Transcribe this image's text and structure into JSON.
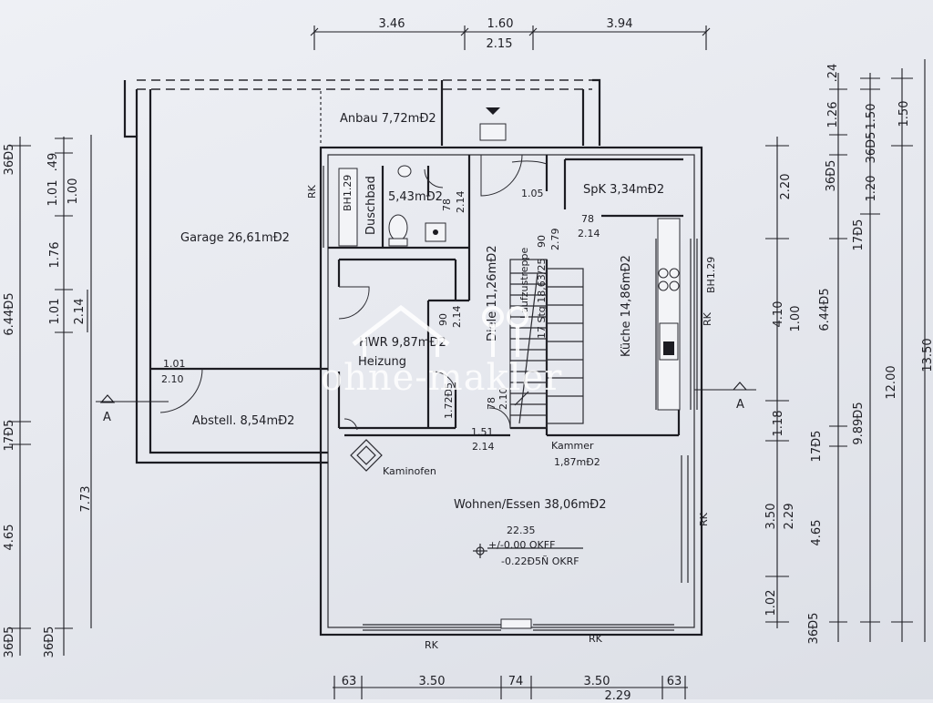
{
  "rooms": {
    "anbau": "Anbau 7,72mÐ2",
    "bath_label": "Duschbad",
    "bath_area": "5,43mÐ2",
    "spk": "SpK 3,34mÐ2",
    "garage": "Garage 26,61mÐ2",
    "diele": "Diele 11,26mÐ2",
    "kueche": "Küche 14,86mÐ2",
    "hwr": "HWR 9,87mÐ2",
    "heizung": "Heizung",
    "abstell": "Abstell. 8,54mÐ2",
    "kammer": "Kammer",
    "kammer_area": "1,87mÐ2",
    "kaminofen": "Kaminofen",
    "wohnen": "Wohnen/Essen 38,06mÐ2"
  },
  "level": {
    "height": "22.35",
    "okff": "+/-0.00 OKFF",
    "okrf": "-0.22Ð5Ñ OKRF"
  },
  "stair": {
    "label": "Laufzustreppe",
    "steps": "17 Stg 18,63/25"
  },
  "labels": {
    "bh_bath": "BH1.29",
    "bh_kitchen": "BH1.29",
    "rk_bath": "RK",
    "rk_kitchen": "RK",
    "rk_living": "RK",
    "rk_bottom_left": "RK",
    "rk_bottom_right": "RK",
    "section_left": "A",
    "section_right": "A"
  },
  "door_dims": {
    "bath_w": "78",
    "bath_h": "2.14",
    "diele_w": "1.05",
    "kitchen_w": "78",
    "kitchen_h": "2.14",
    "stair_w": "90",
    "stair_h": "2.79",
    "hwr_w": "90",
    "hwr_h": "2.14",
    "garage_w": "1.01",
    "garage_h": "2.10",
    "heiz_w": "1.72Ð5",
    "kammer_w": "78",
    "kammer_h": "2.10",
    "living_w": "1.51",
    "living_h": "2.14"
  },
  "dims": {
    "top": [
      "3.46",
      "1.60",
      "3.94"
    ],
    "top_sub": "2.15",
    "bottom": [
      "63",
      "3.50",
      "74",
      "3.50",
      "63"
    ],
    "bottom_sub": "2.29",
    "left_outer": [
      "36Ð5",
      "6.44Ð5",
      "17Ð5",
      "4.65",
      "36Ð5"
    ],
    "left_inner": [
      ".49",
      "1.01",
      "1.00",
      "1.76",
      "1.01",
      "2.14",
      "7.73",
      "36Ð5"
    ],
    "right_a": [
      "2.20",
      "4.10",
      "1.18",
      "3.50",
      "1.02"
    ],
    "right_a_sub": [
      "1.00",
      "2.29"
    ],
    "right_b": [
      "1.26",
      "36Ð5",
      "17Ð5",
      "6.44Ð5",
      "17Ð5",
      "4.65",
      "36Ð5"
    ],
    "right_c": [
      ".24",
      "1.50",
      "1.20",
      "36Ð5",
      "9.89Ð5"
    ],
    "right_d": [
      "1.50",
      "12.00"
    ],
    "right_e": [
      "13.50"
    ]
  },
  "watermark": "ohne-makler"
}
